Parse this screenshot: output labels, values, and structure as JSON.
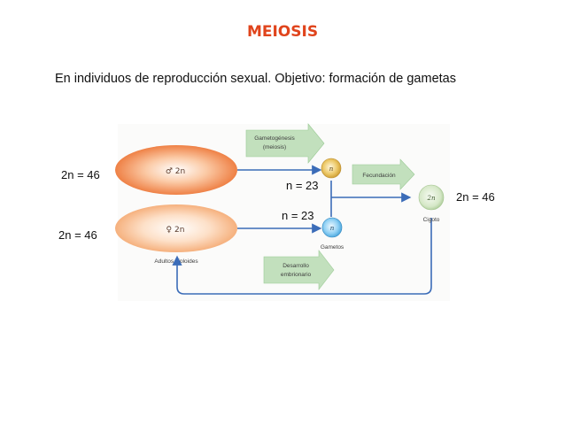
{
  "title": "MEIOSIS",
  "subtitle": "En individuos de reproducción sexual. Objetivo: formación de gametas",
  "labels": {
    "male_ploidy": "2n = 46",
    "female_ploidy": "2n = 46",
    "gamete_top": "n = 23",
    "gamete_bottom": "n = 23",
    "zygote_ploidy": "2n = 46"
  },
  "figure": {
    "male_cell": "♂ 2n",
    "female_cell": "♀ 2n",
    "adults_caption": "Adultos diploides",
    "gametogenesis_line1": "Gametogénesis",
    "gametogenesis_line2": "(meiosis)",
    "gamete_top_cell": "n",
    "gamete_bottom_cell": "n",
    "gametes_caption": "Gametos",
    "fertilization": "Fecundación",
    "zygote_cell": "2n",
    "zygote_caption": "Cigoto",
    "development_line1": "Desarrollo",
    "development_line2": "embrionario"
  },
  "colors": {
    "title": "#e0441c",
    "male_cell": "#f08a4e",
    "female_cell": "#f7b98a",
    "gamete_top": "#d8ac3e",
    "gamete_bottom": "#5ab4e6",
    "zygote": "#c7dfb6",
    "flow_arrow": "#3b6cb8",
    "step_arrow": "#b7dbb2"
  }
}
